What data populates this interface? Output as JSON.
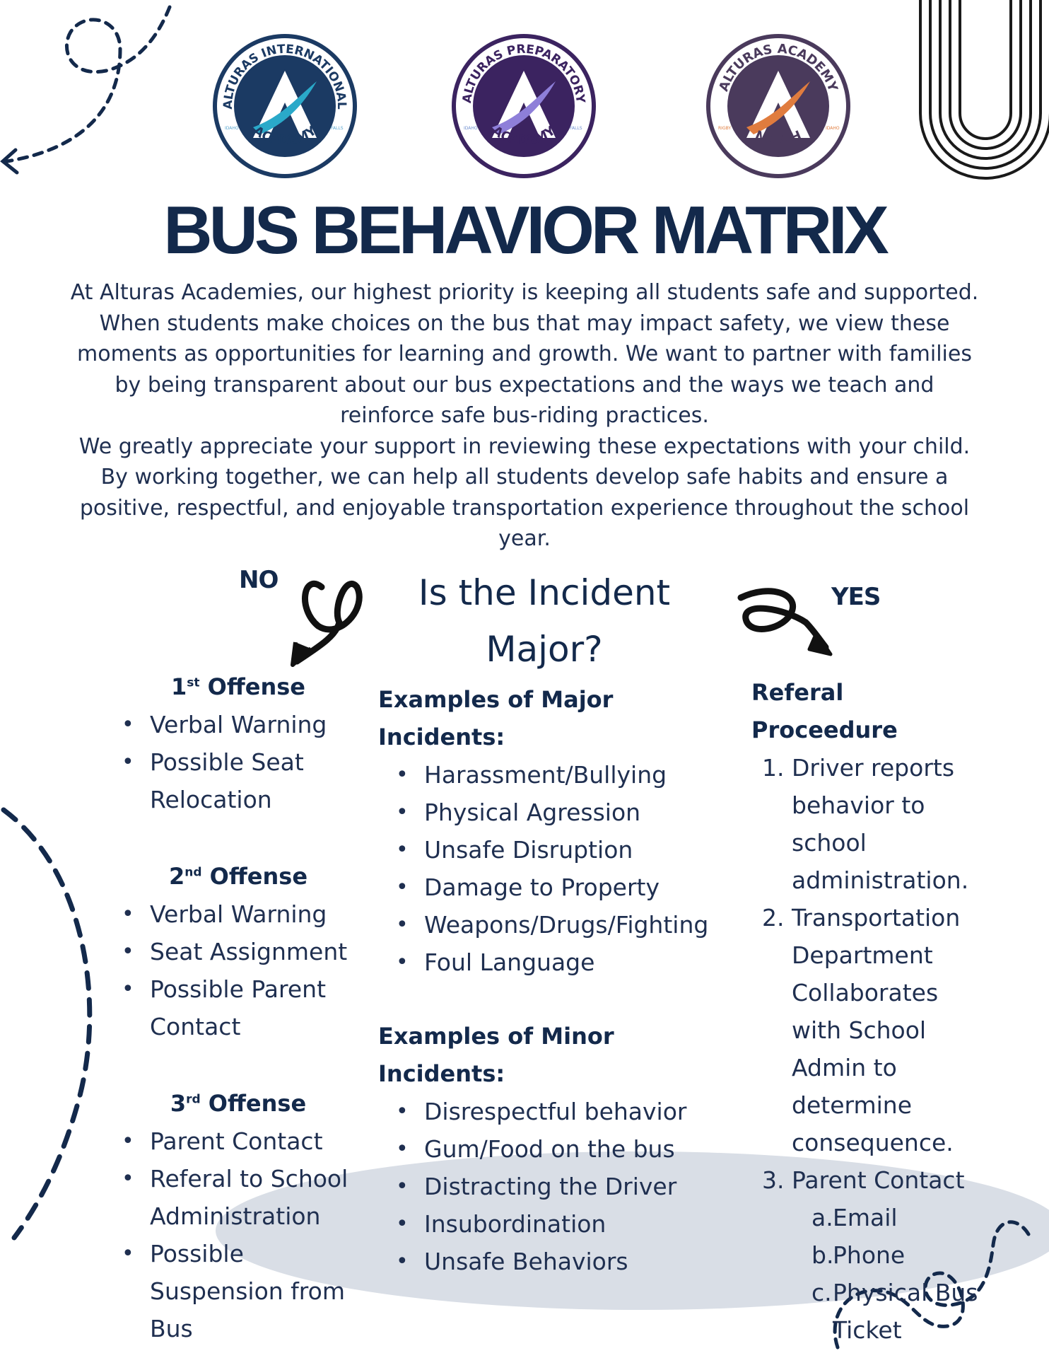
{
  "logos": [
    {
      "top": "ALTURAS INTERNATIONAL",
      "bottom": "ACADEMY",
      "left_tag": "IDAHO",
      "right_tag": "FALLS",
      "ring_color": "#1b3a63",
      "accent": "#2aa9c9",
      "tag_color": "#5aa7d0"
    },
    {
      "top": "ALTURAS PREPARATORY",
      "bottom": "ACADEMY",
      "left_tag": "IDAHO",
      "right_tag": "FALLS",
      "ring_color": "#3b2360",
      "accent": "#8e7fd9",
      "tag_color": "#6f8fd0"
    },
    {
      "top": "ALTURAS ACADEMY",
      "bottom": "NORTH",
      "left_tag": "RIGBY",
      "right_tag": "IDAHO",
      "ring_color": "#4a3a5c",
      "accent": "#e07c3e",
      "tag_color": "#e07c3e"
    }
  ],
  "title": "BUS BEHAVIOR MATRIX",
  "intro": {
    "p1": "At Alturas Academies, our highest priority is keeping all students safe and supported. When students make choices on the bus that may impact safety, we view these moments as opportunities for learning and growth. We want to partner with families by being transparent about our bus expectations and the ways we teach and reinforce safe bus-riding practices.",
    "p2": "We greatly appreciate your support in reviewing these expectations with your child. By working together, we can help all students develop safe habits and ensure a positive, respectful, and enjoyable transportation experience throughout the school year."
  },
  "flow": {
    "no_label": "NO",
    "yes_label": "YES",
    "question": "Is the Incident Major?"
  },
  "left": {
    "offenses": [
      {
        "num": "1",
        "sup": "st",
        "label": "Offense",
        "items": [
          "Verbal Warning",
          "Possible Seat Relocation"
        ]
      },
      {
        "num": "2",
        "sup": "nd",
        "label": "Offense",
        "items": [
          "Verbal Warning",
          "Seat Assignment",
          "Possible Parent Contact"
        ]
      },
      {
        "num": "3",
        "sup": "rd",
        "label": "Offense",
        "items": [
          "Parent Contact",
          "Referal to School Administration",
          "Possible Suspension from Bus"
        ]
      }
    ]
  },
  "middle": {
    "major_title": "Examples of Major Incidents:",
    "major_items": [
      "Harassment/Bullying",
      "Physical Agression",
      "Unsafe Disruption",
      "Damage to Property",
      "Weapons/Drugs/Fighting",
      "Foul Language"
    ],
    "minor_title": "Examples of Minor Incidents:",
    "minor_items": [
      "Disrespectful behavior",
      "Gum/Food on the bus",
      "Distracting the Driver",
      "Insubordination",
      "Unsafe Behaviors"
    ]
  },
  "right": {
    "title": "Referal Proceedure",
    "steps": [
      {
        "n": "1.",
        "text": "Driver reports behavior to school administration."
      },
      {
        "n": "2.",
        "text": "Transportation Department Collaborates with School Admin to determine consequence."
      },
      {
        "n": "3.",
        "text": "Parent Contact"
      }
    ],
    "substeps": [
      {
        "n": "a.",
        "text": "Email"
      },
      {
        "n": "b.",
        "text": "Phone"
      },
      {
        "n": "c.",
        "text": "Physical Bus Ticket"
      }
    ]
  },
  "colors": {
    "navy": "#13294b",
    "text": "#1f2f50",
    "blob": "#d9dee6"
  }
}
